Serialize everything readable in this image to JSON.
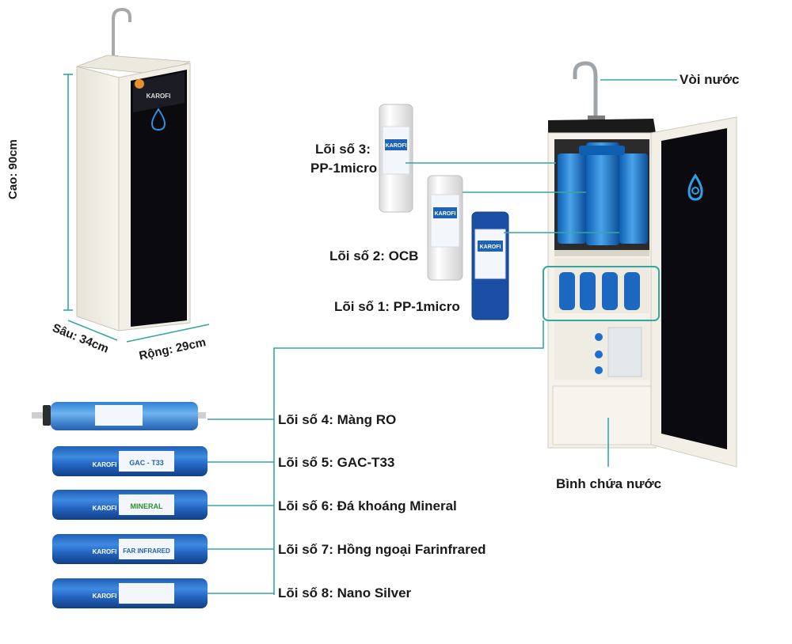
{
  "brand": "KAROFI",
  "accent_color": "#35a7a3",
  "dimensions": {
    "height": "Cao: 90cm",
    "depth": "Sâu: 34cm",
    "width": "Rộng: 29cm"
  },
  "machine_labels": {
    "faucet": "Vòi nước",
    "tank": "Bình chứa nước"
  },
  "filters": [
    {
      "label": "Lõi số 1: PP-1micro"
    },
    {
      "label": "Lõi số 2: OCB"
    },
    {
      "label_line1": "Lõi số 3:",
      "label_line2": "PP-1micro"
    },
    {
      "label": "Lõi số 4: Màng RO"
    },
    {
      "label": "Lõi số 5: GAC-T33",
      "tag": "GAC - T33"
    },
    {
      "label": "Lõi số 6: Đá khoáng Mineral",
      "tag": "MINERAL"
    },
    {
      "label": "Lõi số 7: Hồng ngoại Farinfrared",
      "tag": "FAR INFRARED"
    },
    {
      "label": "Lõi số 8: Nano Silver",
      "tag": ""
    }
  ]
}
